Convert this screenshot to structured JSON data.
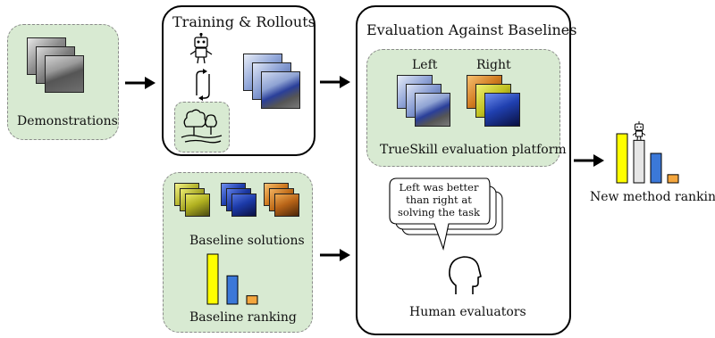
{
  "demonstrations": {
    "label": "Demonstrations"
  },
  "training": {
    "title": "Training & Rollouts"
  },
  "baselines": {
    "solutions_label": "Baseline solutions",
    "ranking_label": "Baseline ranking"
  },
  "evaluation": {
    "title": "Evaluation Against Baselines",
    "left_label": "Left",
    "right_label": "Right",
    "platform_label": "TrueSkill evaluation platform",
    "speech_text": "Left was better than right at solving the task",
    "evaluators_label": "Human evaluators"
  },
  "result": {
    "label": "New method ranking"
  },
  "colors": {
    "green_fill": "#d8ead2",
    "yellow": "#ffff00",
    "gray": "#e6e6e6",
    "blue": "#3b78d8",
    "orange": "#f4a63e"
  },
  "chart_data": [
    {
      "type": "bar",
      "series": [
        {
          "values": [
            3.0,
            1.7,
            0.5
          ]
        }
      ]
    },
    {
      "type": "bar",
      "series": [
        {
          "values": [
            3.0,
            2.6,
            1.8,
            0.5
          ]
        }
      ]
    }
  ]
}
